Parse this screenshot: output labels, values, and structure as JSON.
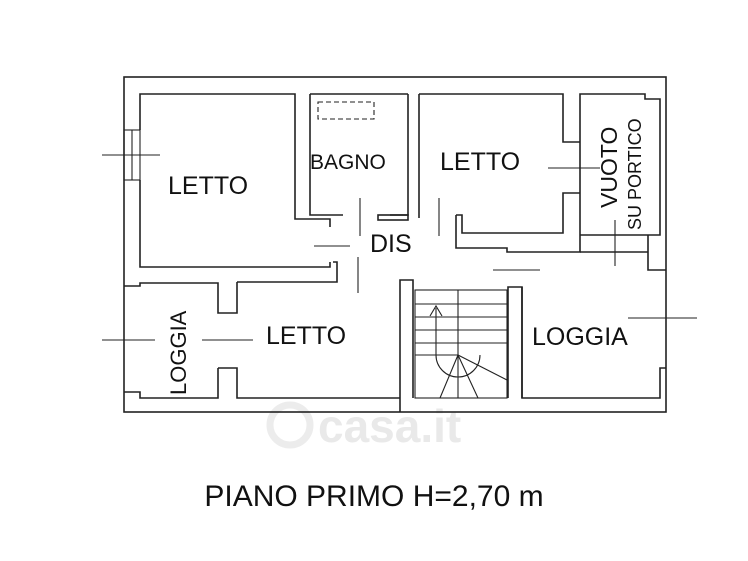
{
  "rooms": {
    "letto_nw": "LETTO",
    "bagno": "BAGNO",
    "letto_ne": "LETTO",
    "vuoto_line1": "VUOTO",
    "vuoto_line2": "SU PORTICO",
    "dis": "DIS",
    "loggia_w": "LOGGIA",
    "letto_s": "LETTO",
    "loggia_e": "LOGGIA"
  },
  "watermark": "casa.it",
  "caption": "PIANO PRIMO H=2,70 m"
}
